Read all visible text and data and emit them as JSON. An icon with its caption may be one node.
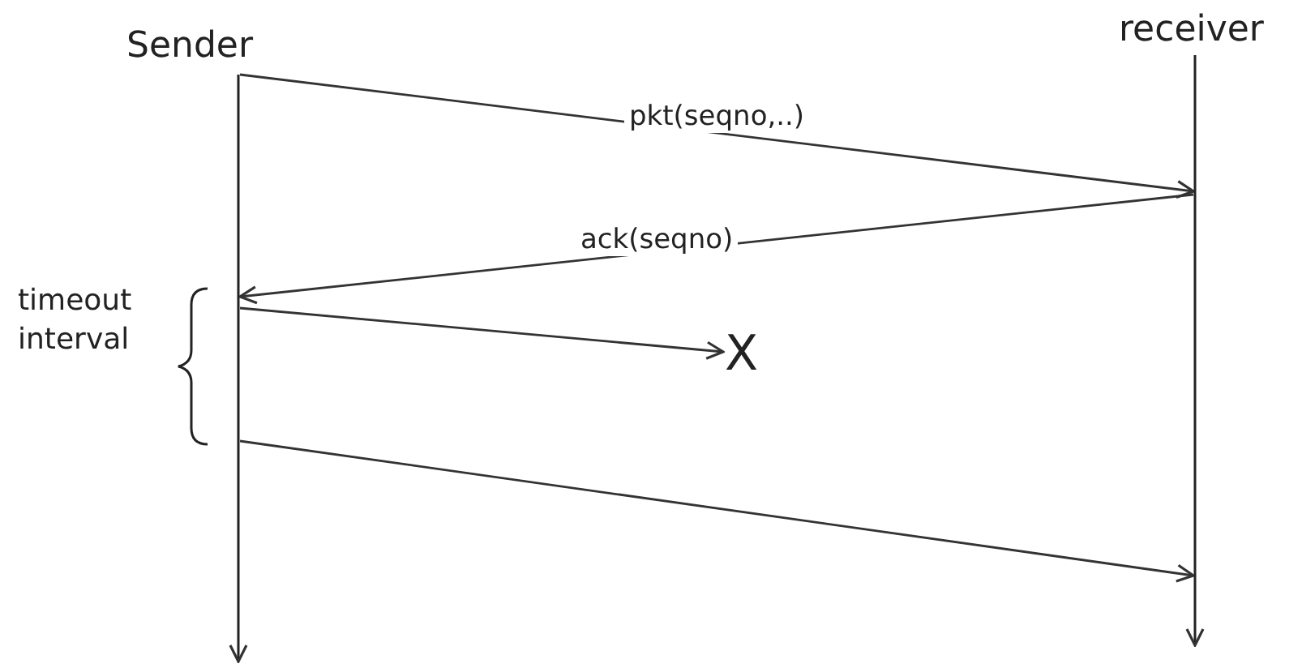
{
  "diagram": {
    "nodes": [
      {
        "text": [
          "Sender"
        ]
      },
      {
        "text": [
          "receiver"
        ]
      },
      {
        "text": [
          "X"
        ]
      }
    ],
    "edges": [
      {
        "from": 0,
        "to": 1,
        "arrow": "to",
        "label": "pkt(seqno,..)"
      },
      {
        "from": 1,
        "to": 0,
        "arrow": "to",
        "label": "ack(seqno)"
      },
      {
        "from": 0,
        "to": 2,
        "arrow": "to"
      },
      {
        "from": 0,
        "to": 1,
        "arrow": "to"
      }
    ],
    "labels": [
      "timeout interval"
    ]
  }
}
